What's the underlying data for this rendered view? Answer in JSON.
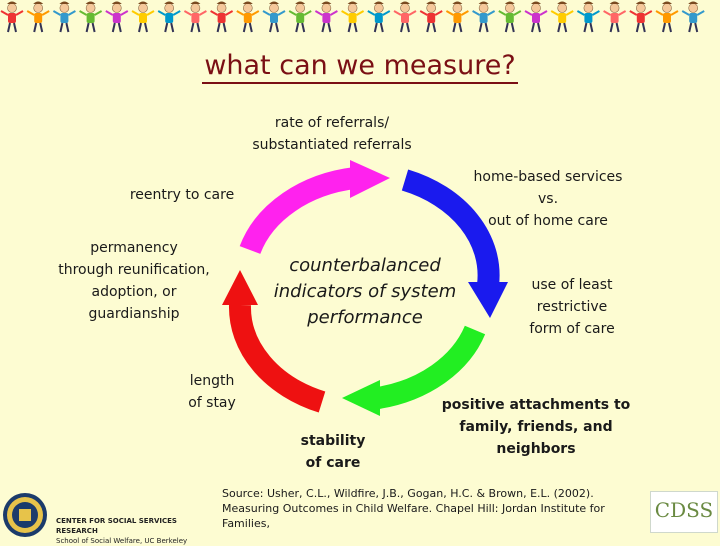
{
  "title": "what can we measure?",
  "labels": {
    "referrals": [
      "rate of referrals/",
      "substantiated referrals"
    ],
    "home_based": [
      "home-based services",
      "vs.",
      "out of home care"
    ],
    "least_restrictive": [
      "use of least",
      "restrictive",
      "form of care"
    ],
    "positive_attachments": [
      "positive attachments to",
      "family, friends, and neighbors"
    ],
    "stability": [
      "stability",
      "of care"
    ],
    "length_of_stay": [
      "length",
      "of stay"
    ],
    "permanency": [
      "permanency",
      "through reunification,",
      "adoption, or",
      "guardianship"
    ],
    "reentry": "reentry to care",
    "center": [
      "counterbalanced",
      "indicators of system",
      "performance"
    ]
  },
  "source": [
    "Source:  Usher, C.L., Wildfire, J.B., Gogan, H.C. & Brown, E.L. (2002).",
    "Measuring Outcomes in Child Welfare. Chapel Hill:  Jordan Institute for",
    "Families,"
  ],
  "footer": {
    "center_name": "CENTER FOR SOCIAL SERVICES RESEARCH",
    "school": "School of Social Welfare, UC Berkeley",
    "logo_text": "CDSS"
  },
  "colors": {
    "title": "#7a0f14",
    "arc_magenta": "#ff22ee",
    "arc_blue": "#1a1aee",
    "arc_green": "#22ee22",
    "arc_red": "#ee1111",
    "background": "#fdfcd2"
  },
  "icons": [
    "dancing-children-banner",
    "uc-berkeley-seal-icon",
    "cdss-logo"
  ]
}
